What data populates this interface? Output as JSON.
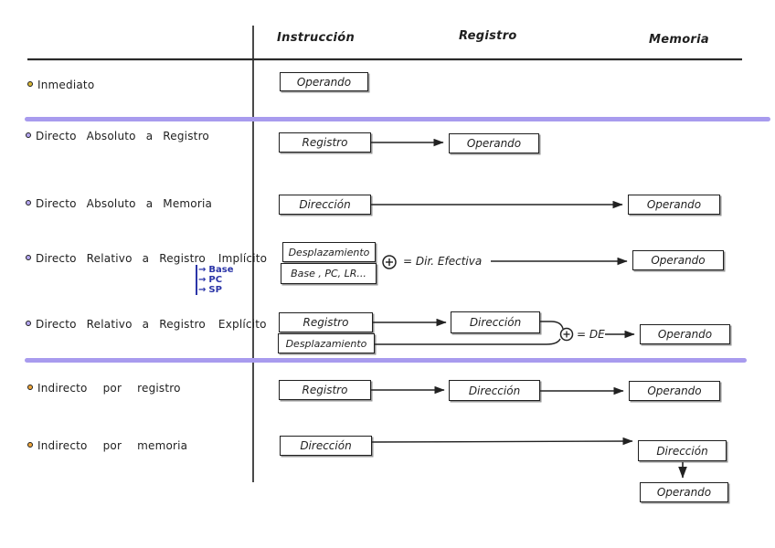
{
  "colors": {
    "divider": "#a89bee",
    "sublist_blue": "#2b35a8",
    "ink": "#1f1f1f",
    "bullet_yellow": "#d9b836",
    "bullet_purple": "#b5a7f0",
    "bullet_orange": "#f0a73c"
  },
  "icons": {
    "oplus": "circled-plus",
    "branch_arrow": "→"
  },
  "headers": {
    "instruccion": "Instrucción",
    "registro": "Registro",
    "memoria": "Memoria"
  },
  "rows": {
    "inmediato": {
      "label": "Inmediato",
      "operando": "Operando"
    },
    "directo_abs_reg": {
      "label": "Directo Absoluto a Registro",
      "registro": "Registro",
      "operando": "Operando"
    },
    "directo_abs_mem": {
      "label": "Directo Absoluto a Memoria",
      "direccion": "Dirección",
      "operando": "Operando"
    },
    "directo_rel_imp": {
      "label": "Directo Relativo a Registro",
      "qualifier": "Implícito",
      "sub": [
        "Base",
        "PC",
        "SP"
      ],
      "desplazamiento": "Desplazamiento",
      "base": "Base , PC, LR...",
      "equals": "= Dir. Efectiva",
      "operando": "Operando"
    },
    "directo_rel_exp": {
      "label": "Directo Relativo a Registro",
      "qualifier": "Explícito",
      "registro": "Registro",
      "desplazamiento": "Desplazamiento",
      "direccion": "Dirección",
      "equals": "= DE",
      "operando": "Operando"
    },
    "indirecto_reg": {
      "label": "Indirecto por registro",
      "registro": "Registro",
      "direccion": "Dirección",
      "operando": "Operando"
    },
    "indirecto_mem": {
      "label": "Indirecto por memoria",
      "direccion1": "Dirección",
      "direccion2": "Dirección",
      "operando": "Operando"
    }
  }
}
